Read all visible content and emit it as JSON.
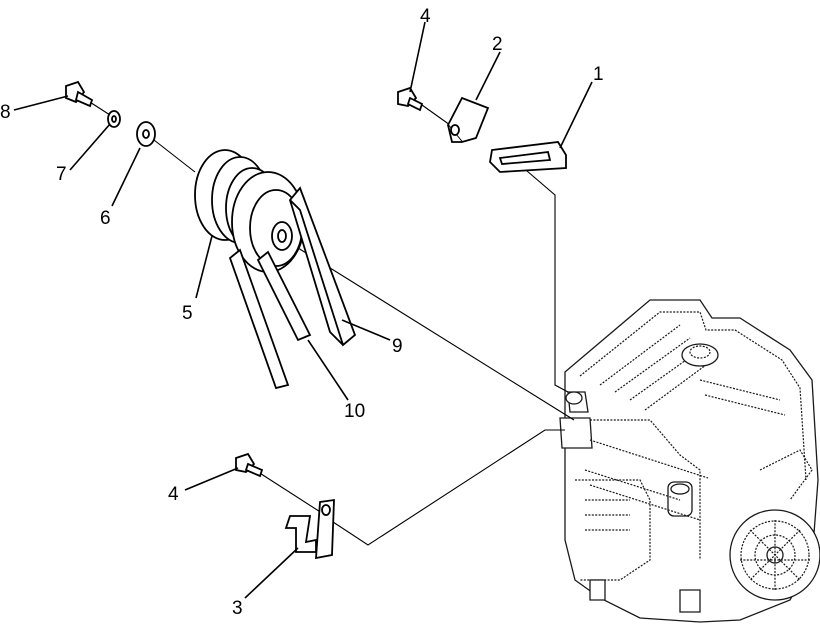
{
  "diagram": {
    "callouts": [
      {
        "id": "1",
        "label": "1"
      },
      {
        "id": "2",
        "label": "2"
      },
      {
        "id": "3",
        "label": "3"
      },
      {
        "id": "4a",
        "label": "4"
      },
      {
        "id": "4b",
        "label": "4"
      },
      {
        "id": "5",
        "label": "5"
      },
      {
        "id": "6",
        "label": "6"
      },
      {
        "id": "7",
        "label": "7"
      },
      {
        "id": "8",
        "label": "8"
      },
      {
        "id": "9",
        "label": "9"
      },
      {
        "id": "10",
        "label": "10"
      }
    ]
  }
}
